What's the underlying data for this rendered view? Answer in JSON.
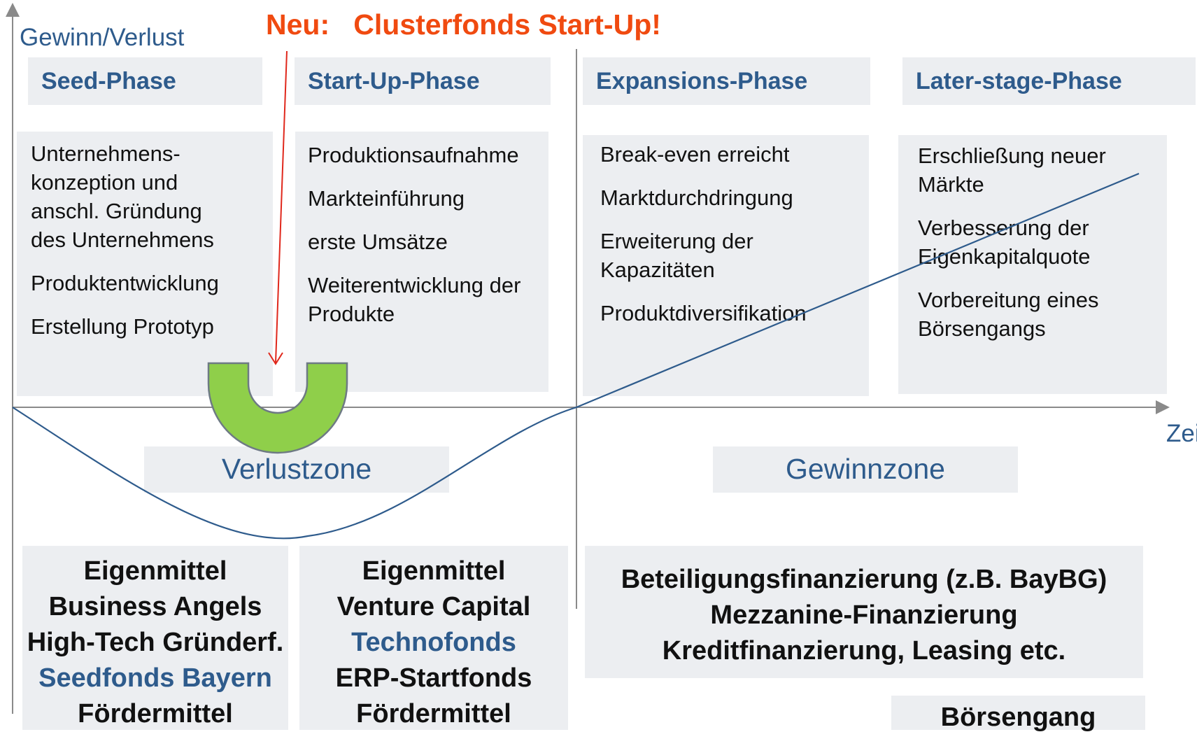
{
  "title": "Neu:   Clusterfonds Start-Up!",
  "axes": {
    "y_label": "Gewinn/Verlust",
    "x_label": "Zeit"
  },
  "phases": [
    {
      "header": "Seed-Phase",
      "items": [
        "Unternehmens-\nkonzeption und\nanschl. Gründung\ndes Unternehmens",
        "Produktentwicklung",
        "Erstellung Prototyp"
      ]
    },
    {
      "header": "Start-Up-Phase",
      "items": [
        "Produktionsaufnahme",
        "Markteinführung",
        "erste Umsätze",
        "Weiterentwicklung der\nProdukte"
      ]
    },
    {
      "header": "Expansions-Phase",
      "items": [
        "Break-even erreicht",
        "Marktdurchdringung",
        "Erweiterung der\nKapazitäten",
        "Produktdiversifikation"
      ]
    },
    {
      "header": "Later-stage-Phase",
      "items": [
        "Erschließung neuer\nMärkte",
        "Verbesserung der\nEigenkapitalquote",
        "Vorbereitung eines\nBörsengangs"
      ]
    }
  ],
  "zones": {
    "loss": "Verlustzone",
    "profit": "Gewinnzone"
  },
  "financing": {
    "seed": [
      "Eigenmittel",
      "Business Angels",
      "High-Tech Gründerf.",
      "Seedfonds Bayern",
      "Fördermittel"
    ],
    "startup": [
      "Eigenmittel",
      "Venture Capital",
      "Technofonds",
      "ERP-Startfonds",
      "Fördermittel"
    ],
    "expansion": [
      "Beteiligungsfinanzierung (z.B. BayBG)",
      "Mezzanine-Finanzierung",
      "Kreditfinanzierung, Leasing etc."
    ],
    "later": "Börsengang"
  },
  "colors": {
    "accent_blue": "#2e5b8c",
    "title_orange": "#f04a10",
    "arrow_red": "#e0281c",
    "magnet_green": "#8fcf4a",
    "box_gray": "#eceef1"
  },
  "icons": {
    "magnet": "green-magnet-icon"
  }
}
